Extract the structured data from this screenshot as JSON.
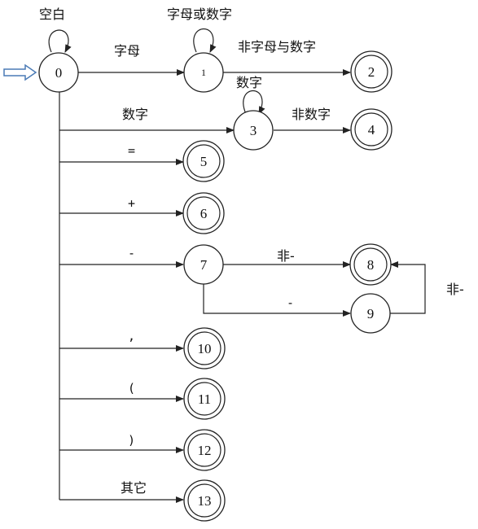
{
  "states": {
    "s0": "0",
    "s1": "1",
    "s2": "2",
    "s3": "3",
    "s4": "4",
    "s5": "5",
    "s6": "6",
    "s7": "7",
    "s8": "8",
    "s9": "9",
    "s10": "10",
    "s11": "11",
    "s12": "12",
    "s13": "13"
  },
  "labels": {
    "loop0": "空白",
    "loop1": "字母或数字",
    "loop3": "数字",
    "e0_1": "字母",
    "e1_2": "非字母与数字",
    "e0_3": "数字",
    "e3_4": "非数字",
    "e0_5": "=",
    "e0_6": "+",
    "e0_7": "-",
    "e7_8": "非-",
    "e7_9": "-",
    "e9_8": "非-",
    "e0_10": ",",
    "e0_11": "(",
    "e0_12": ")",
    "e0_13": "其它"
  },
  "colors": {
    "line": "#222222",
    "start_arrow": "#4a7ab5"
  }
}
